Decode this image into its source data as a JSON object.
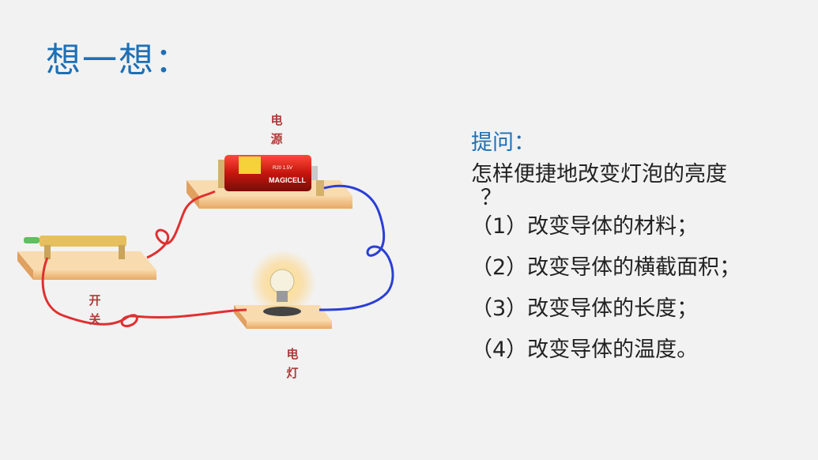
{
  "slide": {
    "title": "想一想："
  },
  "circuit": {
    "battery_label": "电源",
    "switch_label": "开关",
    "lamp_label": "电灯",
    "battery_brand": "MAGICELL",
    "battery_model": "R20 1.5V",
    "wire_colors": {
      "red": "#e03030",
      "blue": "#2a3fd6"
    }
  },
  "question": {
    "label": "提问：",
    "text": "怎样便捷地改变灯泡的亮度",
    "mark": "？",
    "answers": [
      "（1）改变导体的材料；",
      "（2）改变导体的横截面积；",
      "（3）改变导体的长度；",
      "（4）改变导体的温度。"
    ]
  }
}
